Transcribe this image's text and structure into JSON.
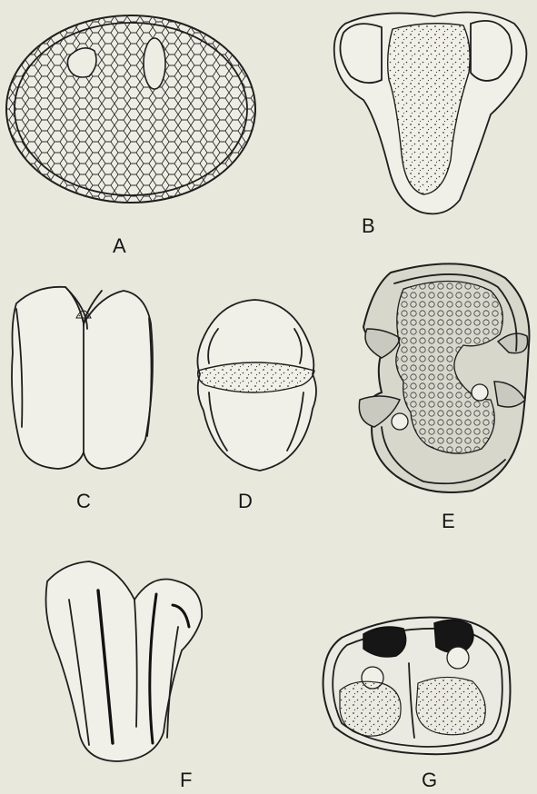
{
  "figure": {
    "panels": [
      {
        "id": "A",
        "label": "A"
      },
      {
        "id": "B",
        "label": "B"
      },
      {
        "id": "C",
        "label": "C"
      },
      {
        "id": "D",
        "label": "D"
      },
      {
        "id": "E",
        "label": "E"
      },
      {
        "id": "F",
        "label": "F"
      },
      {
        "id": "G",
        "label": "G"
      }
    ]
  },
  "colors": {
    "paper": "#e9e8dc",
    "ink": "#1e1e1e",
    "shading": "#c9c9c0"
  }
}
